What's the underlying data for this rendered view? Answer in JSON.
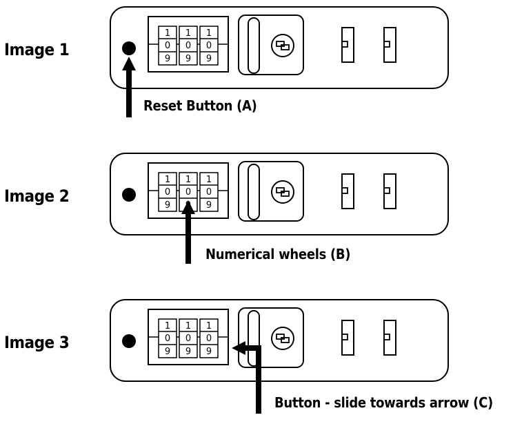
{
  "images": [
    {
      "label": "Image 1",
      "wheels": [
        [
          "1",
          "0",
          "9"
        ],
        [
          "1",
          "0",
          "9"
        ],
        [
          "1",
          "0",
          "9"
        ]
      ],
      "callout": "Reset Button (A)",
      "arrow_target": "reset-button"
    },
    {
      "label": "Image 2",
      "wheels": [
        [
          "1",
          "0",
          "9"
        ],
        [
          "1",
          "0",
          "9"
        ],
        [
          "1",
          "0",
          "9"
        ]
      ],
      "callout": "Numerical wheels (B)",
      "arrow_target": "numerical-wheels"
    },
    {
      "label": "Image 3",
      "wheels": [
        [
          "1",
          "0",
          "9"
        ],
        [
          "1",
          "0",
          "9"
        ],
        [
          "1",
          "0",
          "9"
        ]
      ],
      "callout": "Button - slide towards arrow (C)",
      "arrow_target": "slide-button"
    }
  ]
}
